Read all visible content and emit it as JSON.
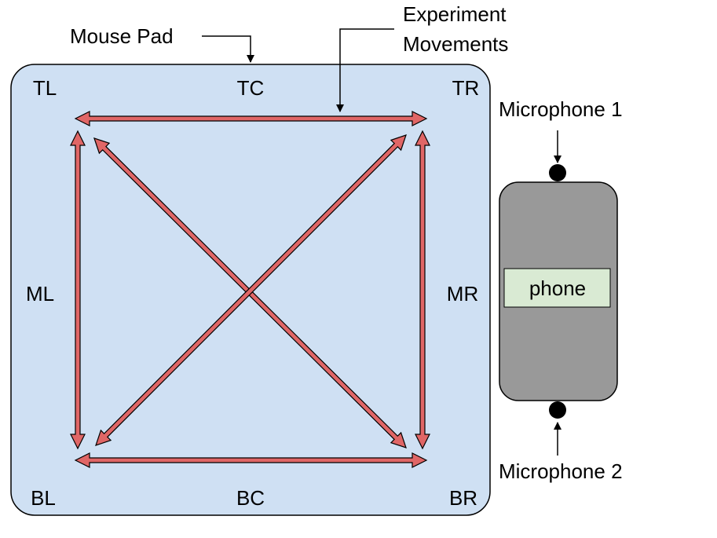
{
  "annotations": {
    "mouse_pad": "Mouse Pad",
    "experiment_line1": "Experiment",
    "experiment_line2": "Movements",
    "microphone_1": "Microphone 1",
    "microphone_2": "Microphone 2"
  },
  "positions": {
    "TL": "TL",
    "TC": "TC",
    "TR": "TR",
    "ML": "ML",
    "MR": "MR",
    "BL": "BL",
    "BC": "BC",
    "BR": "BR"
  },
  "phone": {
    "label": "phone"
  },
  "colors": {
    "pad_fill": "#cfe0f3",
    "arrow_fill": "#e06666",
    "arrow_stroke": "#000000",
    "phone_body": "#999999",
    "phone_screen": "#d9ead3",
    "mic_dot": "#000000"
  }
}
